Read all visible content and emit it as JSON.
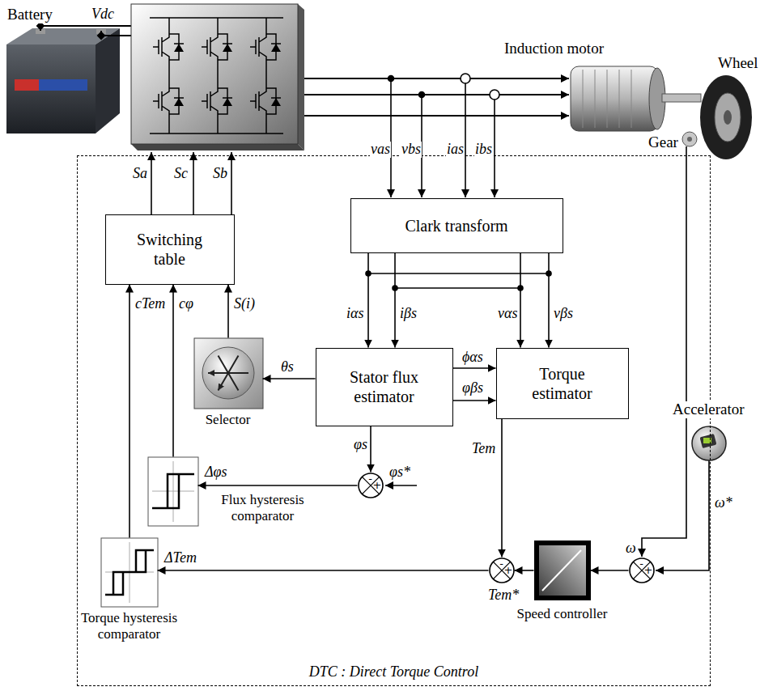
{
  "diagram": {
    "nodes": [
      {
        "text": [
          "DTC : Direct Torque Control"
        ]
      },
      {
        "text": [
          "Switching table"
        ],
        "in": 0
      },
      {
        "text": [
          "Clark transform"
        ],
        "in": 0
      },
      {
        "text": [
          "Selector"
        ],
        "in": 0
      },
      {
        "text": [
          "Stator flux estimator"
        ],
        "in": 0
      },
      {
        "text": [
          "Torque estimator"
        ],
        "in": 0
      },
      {
        "text": [
          "-",
          "+"
        ],
        "in": 0
      },
      {
        "text": [
          "Flux hysteresis comparator"
        ],
        "in": 0
      },
      {
        "text": [
          "Torque hysteresis comparator"
        ],
        "in": 0
      },
      {
        "text": [
          "-",
          "+"
        ],
        "in": 0
      },
      {
        "text": [
          "Speed controller"
        ],
        "in": 0
      },
      {
        "text": [
          "-",
          "+"
        ],
        "in": 0
      }
    ],
    "edges": [
      {
        "from": 2,
        "to": 4,
        "arrow": "to",
        "label": "iαs"
      },
      {
        "from": 2,
        "to": 4,
        "arrow": "to",
        "label": "iβs"
      },
      {
        "from": 2,
        "to": 5,
        "arrow": "to",
        "label": "vαs"
      },
      {
        "from": 2,
        "to": 5,
        "arrow": "to",
        "label": "vβs"
      },
      {
        "from": 4,
        "to": 5,
        "arrow": "to",
        "label": "ϕαs"
      },
      {
        "from": 4,
        "to": 5,
        "arrow": "to",
        "label": "φβs"
      },
      {
        "from": 4,
        "to": 3,
        "arrow": "to",
        "label": "θs"
      },
      {
        "from": 4,
        "to": 6,
        "arrow": "to",
        "label": "φs"
      },
      {
        "from": 6,
        "to": 7,
        "arrow": "to",
        "label": "Δφs"
      },
      {
        "from": 3,
        "to": 1,
        "arrow": "to",
        "label": "S(i)"
      },
      {
        "from": 7,
        "to": 1,
        "arrow": "to",
        "label": "cφ"
      },
      {
        "from": 8,
        "to": 1,
        "arrow": "to",
        "label": "cTem"
      },
      {
        "from": 5,
        "to": 9,
        "arrow": "to",
        "label": "Tem"
      },
      {
        "from": 10,
        "to": 9,
        "arrow": "to",
        "label": "Tem*"
      },
      {
        "from": 9,
        "to": 8,
        "arrow": "to",
        "label": "ΔTem"
      },
      {
        "from": 11,
        "to": 10,
        "arrow": "to"
      }
    ],
    "labels": [
      "Battery",
      "Vdc",
      "Induction motor",
      "Wheel",
      "Gear",
      "vas",
      "vbs",
      "ias",
      "ibs",
      "Sa",
      "Sc",
      "Sb",
      "φs*",
      "Accelerator",
      "ω*",
      "ω"
    ]
  }
}
